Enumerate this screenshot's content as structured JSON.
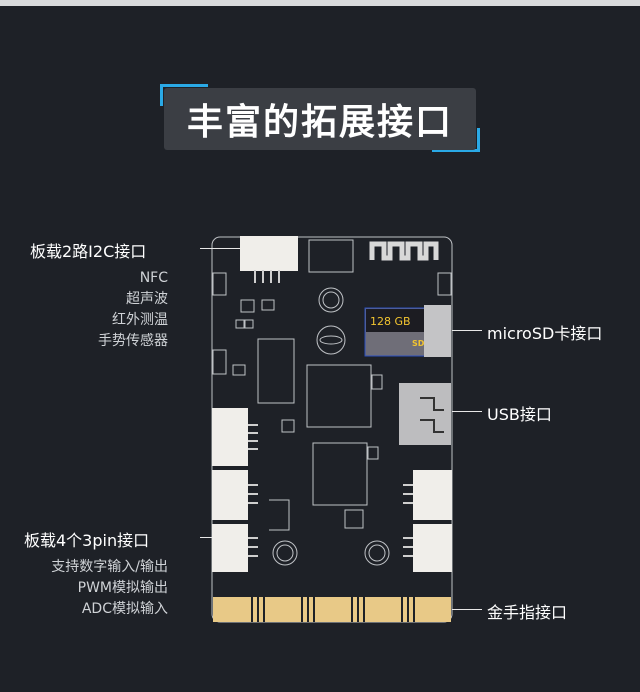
{
  "title": "丰富的拓展接口",
  "labels": {
    "i2c": "板载2路I2C接口",
    "i2c_uses": [
      "NFC",
      "超声波",
      "红外测温",
      "手势传感器"
    ],
    "microsd": "microSD卡接口",
    "usb": "USB接口",
    "pins": "板载4个3pin接口",
    "pins_uses": [
      "支持数字输入/输出",
      "PWM模拟输出",
      "ADC模拟输入"
    ],
    "gold": "金手指接口"
  },
  "sd_card": {
    "capacity": "128 GB",
    "logo": "SD"
  },
  "colors": {
    "background": "#1e2127",
    "accent": "#2aa9e6",
    "gold": "#e8c987"
  }
}
